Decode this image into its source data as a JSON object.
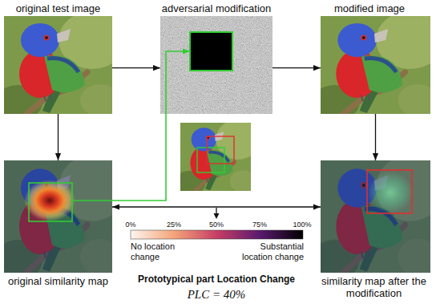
{
  "diagram": {
    "nodes": [
      {
        "text": [
          "original test image"
        ]
      },
      {
        "text": [
          "adversarial modification"
        ]
      },
      {
        "text": [
          "modified image"
        ]
      },
      {
        "text": [
          "original similarity map"
        ]
      },
      {
        "text": [
          "similarity map after the modification"
        ]
      }
    ],
    "edges": [
      {
        "from": 0,
        "to": 1,
        "arrow": "to"
      },
      {
        "from": 1,
        "to": 2,
        "arrow": "to"
      },
      {
        "from": 0,
        "to": 3,
        "arrow": "to"
      },
      {
        "from": 2,
        "to": 4,
        "arrow": "to"
      },
      {
        "from": 3,
        "to": 4,
        "arrow": "both"
      },
      {
        "from": 3,
        "to": 1,
        "arrow": "to"
      }
    ],
    "labels": [
      "0%",
      "25%",
      "50%",
      "75%",
      "100%",
      "No location change",
      "Substantial location change",
      "Prototypical part Location Change",
      "PLC = 40%"
    ]
  }
}
